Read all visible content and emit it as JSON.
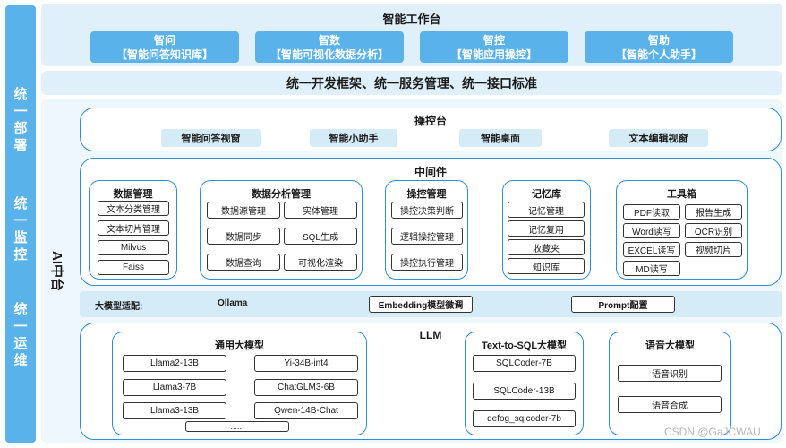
{
  "sidebar": {
    "labels": [
      "统一部署",
      "统一监控",
      "统一运维"
    ]
  },
  "workbench": {
    "title": "智能工作台",
    "items": [
      {
        "name": "智问",
        "desc": "【智能问答知识库】"
      },
      {
        "name": "智数",
        "desc": "【智能可视化数据分析】"
      },
      {
        "name": "智控",
        "desc": "【智能应用操控】"
      },
      {
        "name": "智助",
        "desc": "【智能个人助手】"
      }
    ]
  },
  "framework_bar": "统一开发框架、统一服务管理、统一接口标准",
  "ai_platform_label": "AI中台",
  "console": {
    "title": "操控台",
    "items": [
      "智能问答视窗",
      "智能小助手",
      "智能桌面",
      "文本编辑视窗"
    ]
  },
  "middleware": {
    "title": "中间件",
    "data_mgmt": {
      "title": "数据管理",
      "items": [
        "文本分类管理",
        "文本切片管理",
        "Milvus",
        "Faiss"
      ]
    },
    "analysis_mgmt": {
      "title": "数据分析管理",
      "items": [
        "数据源管理",
        "实体管理",
        "数据同步",
        "SQL生成",
        "数据查询",
        "可视化渲染"
      ]
    },
    "control_mgmt": {
      "title": "操控管理",
      "items": [
        "操控决策判断",
        "逻辑操控管理",
        "操控执行管理"
      ]
    },
    "memory": {
      "title": "记忆库",
      "items": [
        "记忆管理",
        "记忆复用",
        "收藏夹",
        "知识库"
      ]
    },
    "toolbox": {
      "title": "工具箱",
      "items": [
        "PDF读取",
        "报告生成",
        "Word读写",
        "OCR识别",
        "EXCEL读写",
        "视频切片",
        "MD读写"
      ]
    }
  },
  "adapter": {
    "label": "大模型适配:",
    "ollama": "Ollama",
    "embedding": "Embedding模型微调",
    "prompt": "Prompt配置"
  },
  "llm": {
    "title": "LLM",
    "general": {
      "title": "通用大模型",
      "items": [
        "Llama2-13B",
        "Yi-34B-int4",
        "Llama3-7B",
        "ChatGLM3-6B",
        "Llama3-13B",
        "Qwen-14B-Chat",
        "......"
      ]
    },
    "text_to_sql": {
      "title": "Text-to-SQL大模型",
      "items": [
        "SQLCoder-7B",
        "SQLCoder-13B",
        "defog_sqlcoder-7b"
      ]
    },
    "speech": {
      "title": "语音大模型",
      "items": [
        "语音识别",
        "语音合成"
      ]
    }
  },
  "watermark": "CSDN @GaJCWAU"
}
